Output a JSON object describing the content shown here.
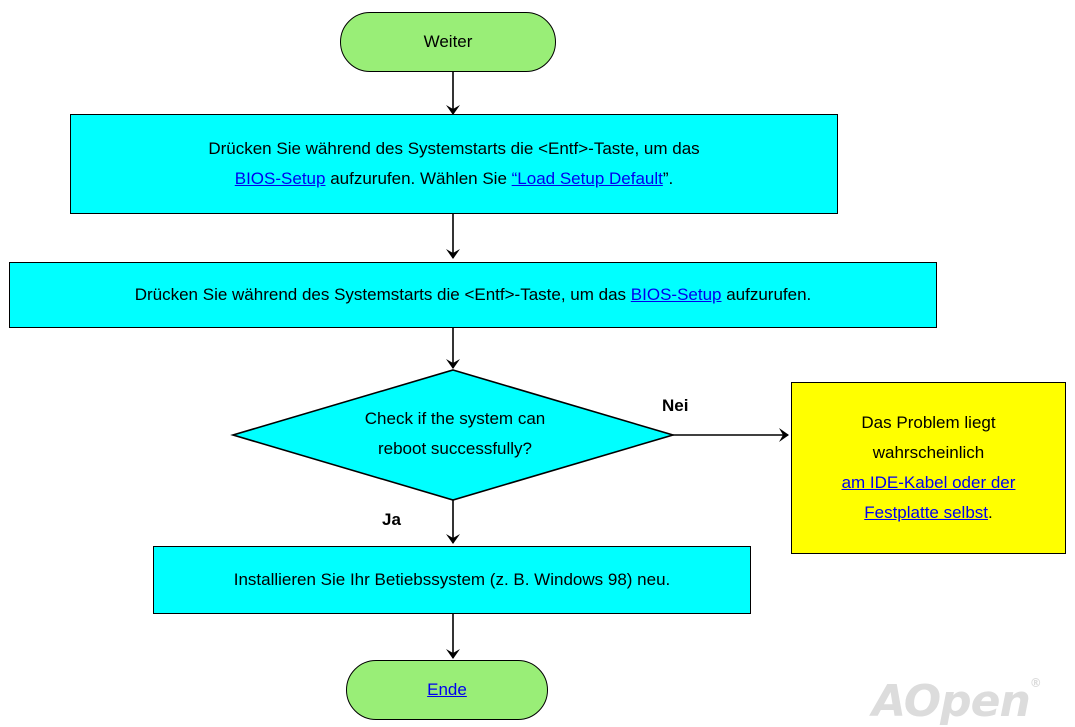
{
  "flowchart": {
    "start": {
      "label": "Weiter"
    },
    "step1": {
      "line1": "Drücken Sie während des Systemstarts die <Entf>-Taste, um das",
      "link_bios": "BIOS-Setup",
      "mid_text": " aufzurufen. Wählen Sie ",
      "link_default": "“Load Setup Default",
      "end_text": "”."
    },
    "step2": {
      "text": "Drücken Sie während des Systemstarts die <Entf>-Taste, um das ",
      "link_bios": "BIOS-Setup",
      "end_text": " aufzurufen."
    },
    "decision": {
      "line1": "Check if the system can",
      "line2": "reboot successfully?",
      "yes_label": "Ja",
      "no_label": "Nei"
    },
    "note": {
      "line1": "Das Problem liegt",
      "line2": "wahrscheinlich",
      "link_line1": "am IDE-Kabel oder der ",
      "link_line2": "Festplatte selbst",
      "end_text": "."
    },
    "step3": {
      "text": "Installieren Sie Ihr Betiebssystem (z. B. Windows 98) neu."
    },
    "end": {
      "label": "Ende"
    }
  },
  "logo": {
    "text": "AOpen",
    "mark": "®"
  },
  "colors": {
    "terminal": "#99ee77",
    "process": "#00ffff",
    "note": "#ffff00",
    "link": "#0000ee",
    "logo": "#dcdcdc"
  }
}
